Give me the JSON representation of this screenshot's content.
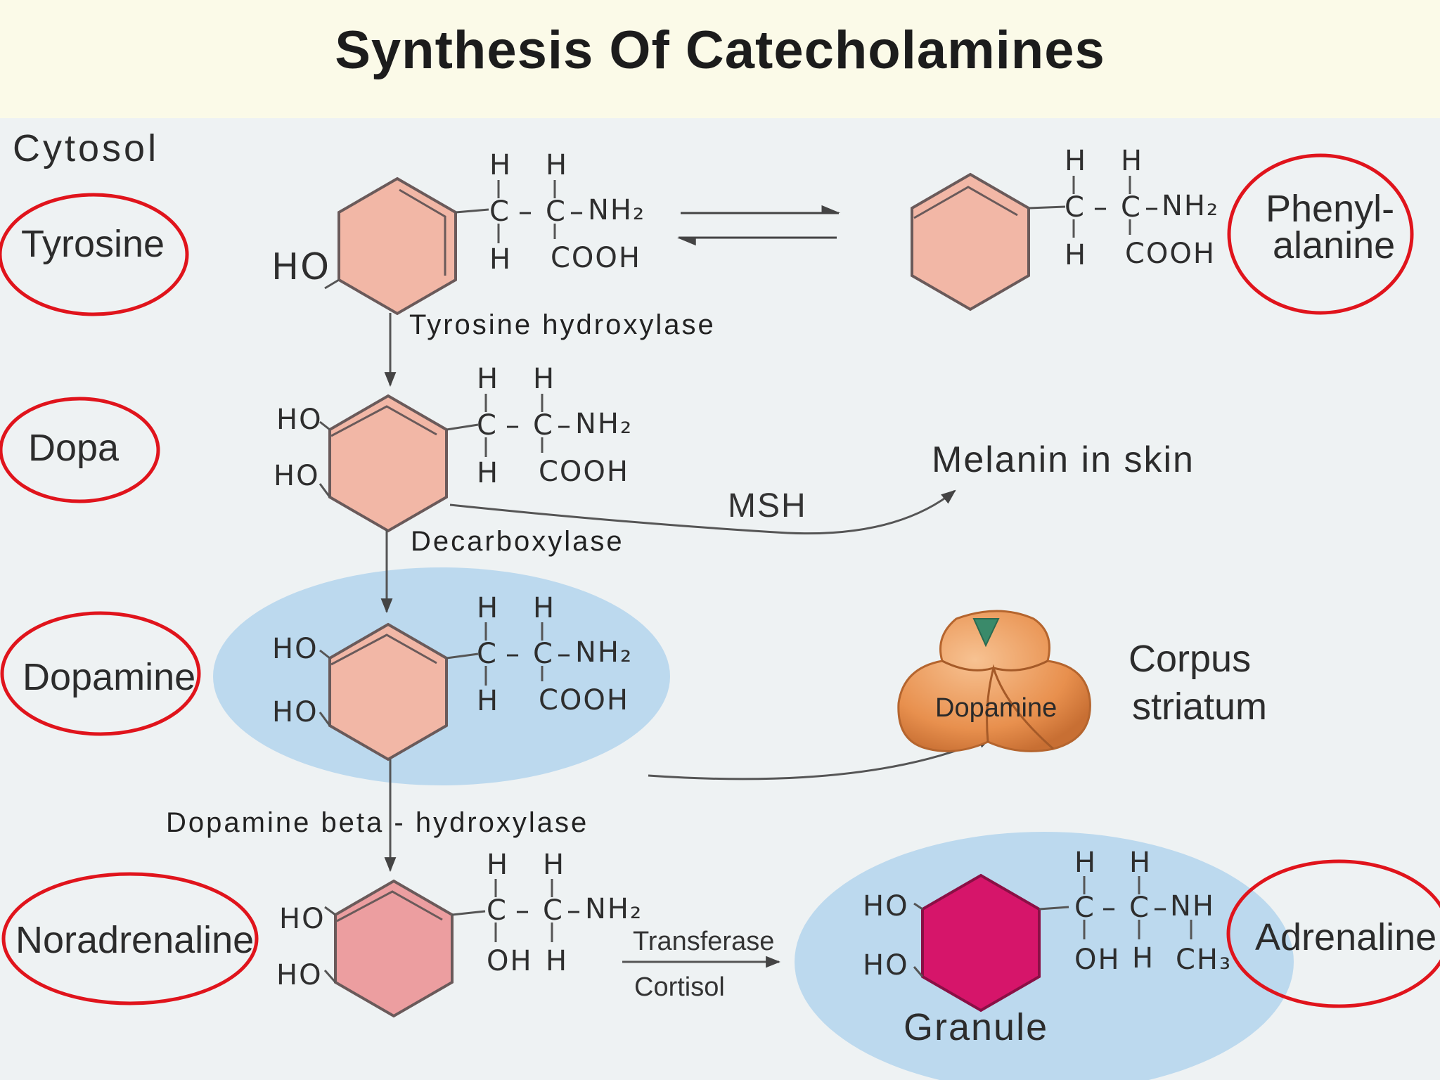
{
  "title": "Synthesis  Of  Catecholamines",
  "compartment": "Cytosol",
  "compounds": {
    "tyrosine": "Tyrosine",
    "phenylalanine_1": "Phenyl-",
    "phenylalanine_2": "alanine",
    "dopa": "Dopa",
    "dopamine": "Dopamine",
    "noradrenaline": "Noradrenaline",
    "adrenaline": "Adrenaline"
  },
  "enzymes": {
    "tyrosine_hydroxylase": "Tyrosine hydroxylase",
    "decarboxylase": "Decarboxylase",
    "dopamine_beta_hydroxylase": "Dopamine beta - hydroxylase",
    "transferase": "Transferase",
    "cortisol": "Cortisol"
  },
  "side_paths": {
    "msh": "MSH",
    "melanin": "Melanin in skin",
    "corpus_1": "Corpus",
    "corpus_2": "striatum",
    "brain_label": "Dopamine",
    "granule": "Granule"
  },
  "chem": {
    "h": "H",
    "c": "C",
    "nh2": "NH₂",
    "nh": "NH",
    "cooh": "COOH",
    "oh": "OH",
    "ho": "HO",
    "ch3": "CH₃",
    "dash": "–"
  },
  "colors": {
    "ring_fill": "#f2b7a6",
    "ring_fill_dark": "#ec9ea0",
    "adrenaline_ring": "#d6156a",
    "highlight": "#bcd9ee",
    "circle": "#e0141c",
    "header_bg": "#fbfae8"
  }
}
